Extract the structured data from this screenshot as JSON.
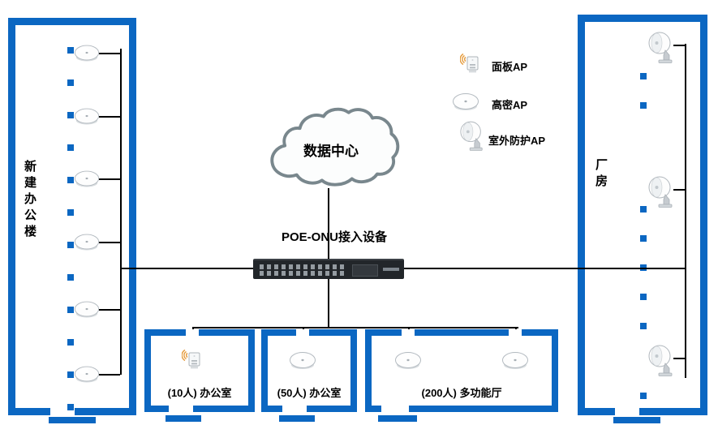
{
  "colors": {
    "blue": "#0b67c2",
    "line": "#000000"
  },
  "buildings": {
    "left": {
      "label": "新建办公楼"
    },
    "right": {
      "label": "厂房"
    }
  },
  "cloud": {
    "label": "数据中心"
  },
  "access_device": {
    "label": "POE-ONU接入设备"
  },
  "legend": {
    "items": [
      {
        "icon": "panel-ap-icon",
        "label": "面板AP"
      },
      {
        "icon": "ceiling-ap-icon",
        "label": "高密AP"
      },
      {
        "icon": "outdoor-ap-icon",
        "label": "室外防护AP"
      }
    ]
  },
  "rooms": [
    {
      "label": "(10人) 办公室"
    },
    {
      "label": "(50人) 办公室"
    },
    {
      "label": "(200人) 多功能厅"
    }
  ]
}
